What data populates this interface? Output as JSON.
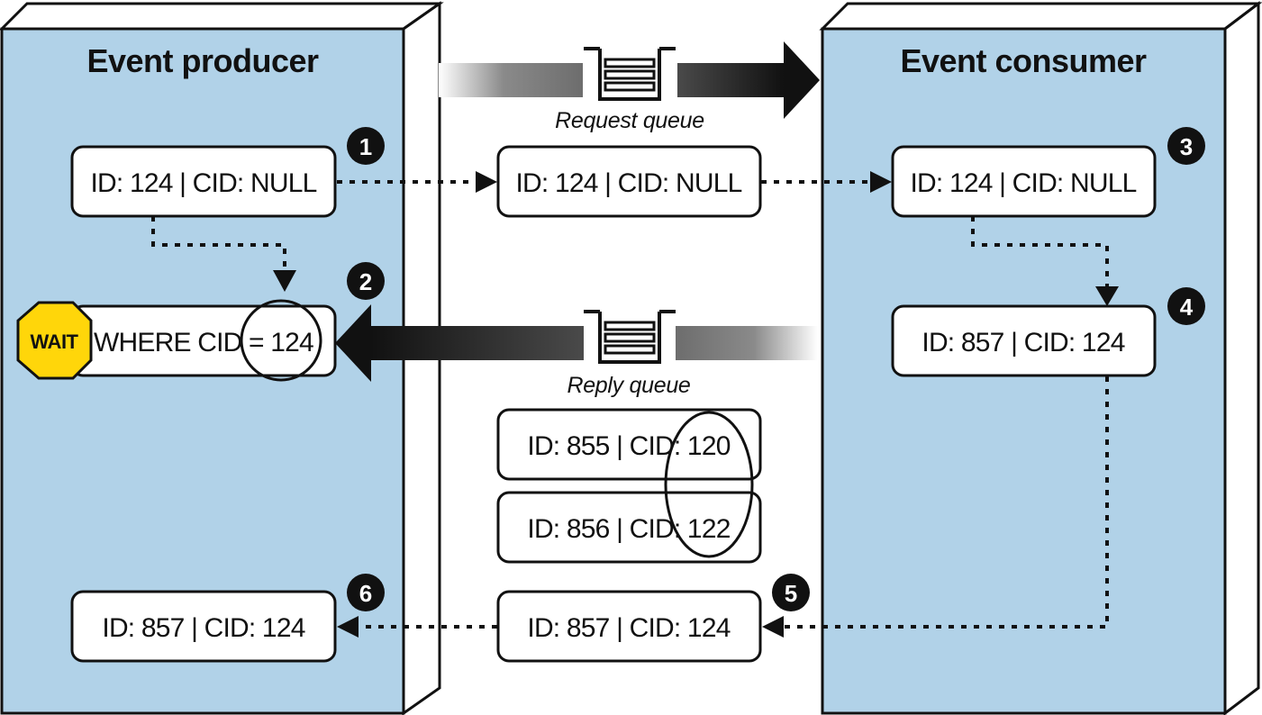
{
  "producer": {
    "title": "Event producer",
    "msg_sent": "ID: 124 | CID: NULL",
    "wait_badge": "WAIT",
    "filter": "WHERE CID = 124",
    "msg_received": "ID: 857 | CID: 124"
  },
  "consumer": {
    "title": "Event consumer",
    "msg_received": "ID: 124 | CID: NULL",
    "msg_reply": "ID: 857 | CID: 124"
  },
  "request_queue": {
    "label": "Request queue",
    "msg": "ID: 124 | CID: NULL"
  },
  "reply_queue": {
    "label": "Reply queue",
    "msgs": [
      "ID: 855 | CID: 120",
      "ID: 856 | CID: 122",
      "ID: 857 | CID: 124"
    ]
  },
  "steps": [
    "1",
    "2",
    "3",
    "4",
    "5",
    "6"
  ],
  "colors": {
    "panel": "#b1d2e8",
    "panel_side": "#ffffff",
    "outline": "#111111",
    "wait_badge": "#ffd60a",
    "step_badge": "#111111"
  }
}
